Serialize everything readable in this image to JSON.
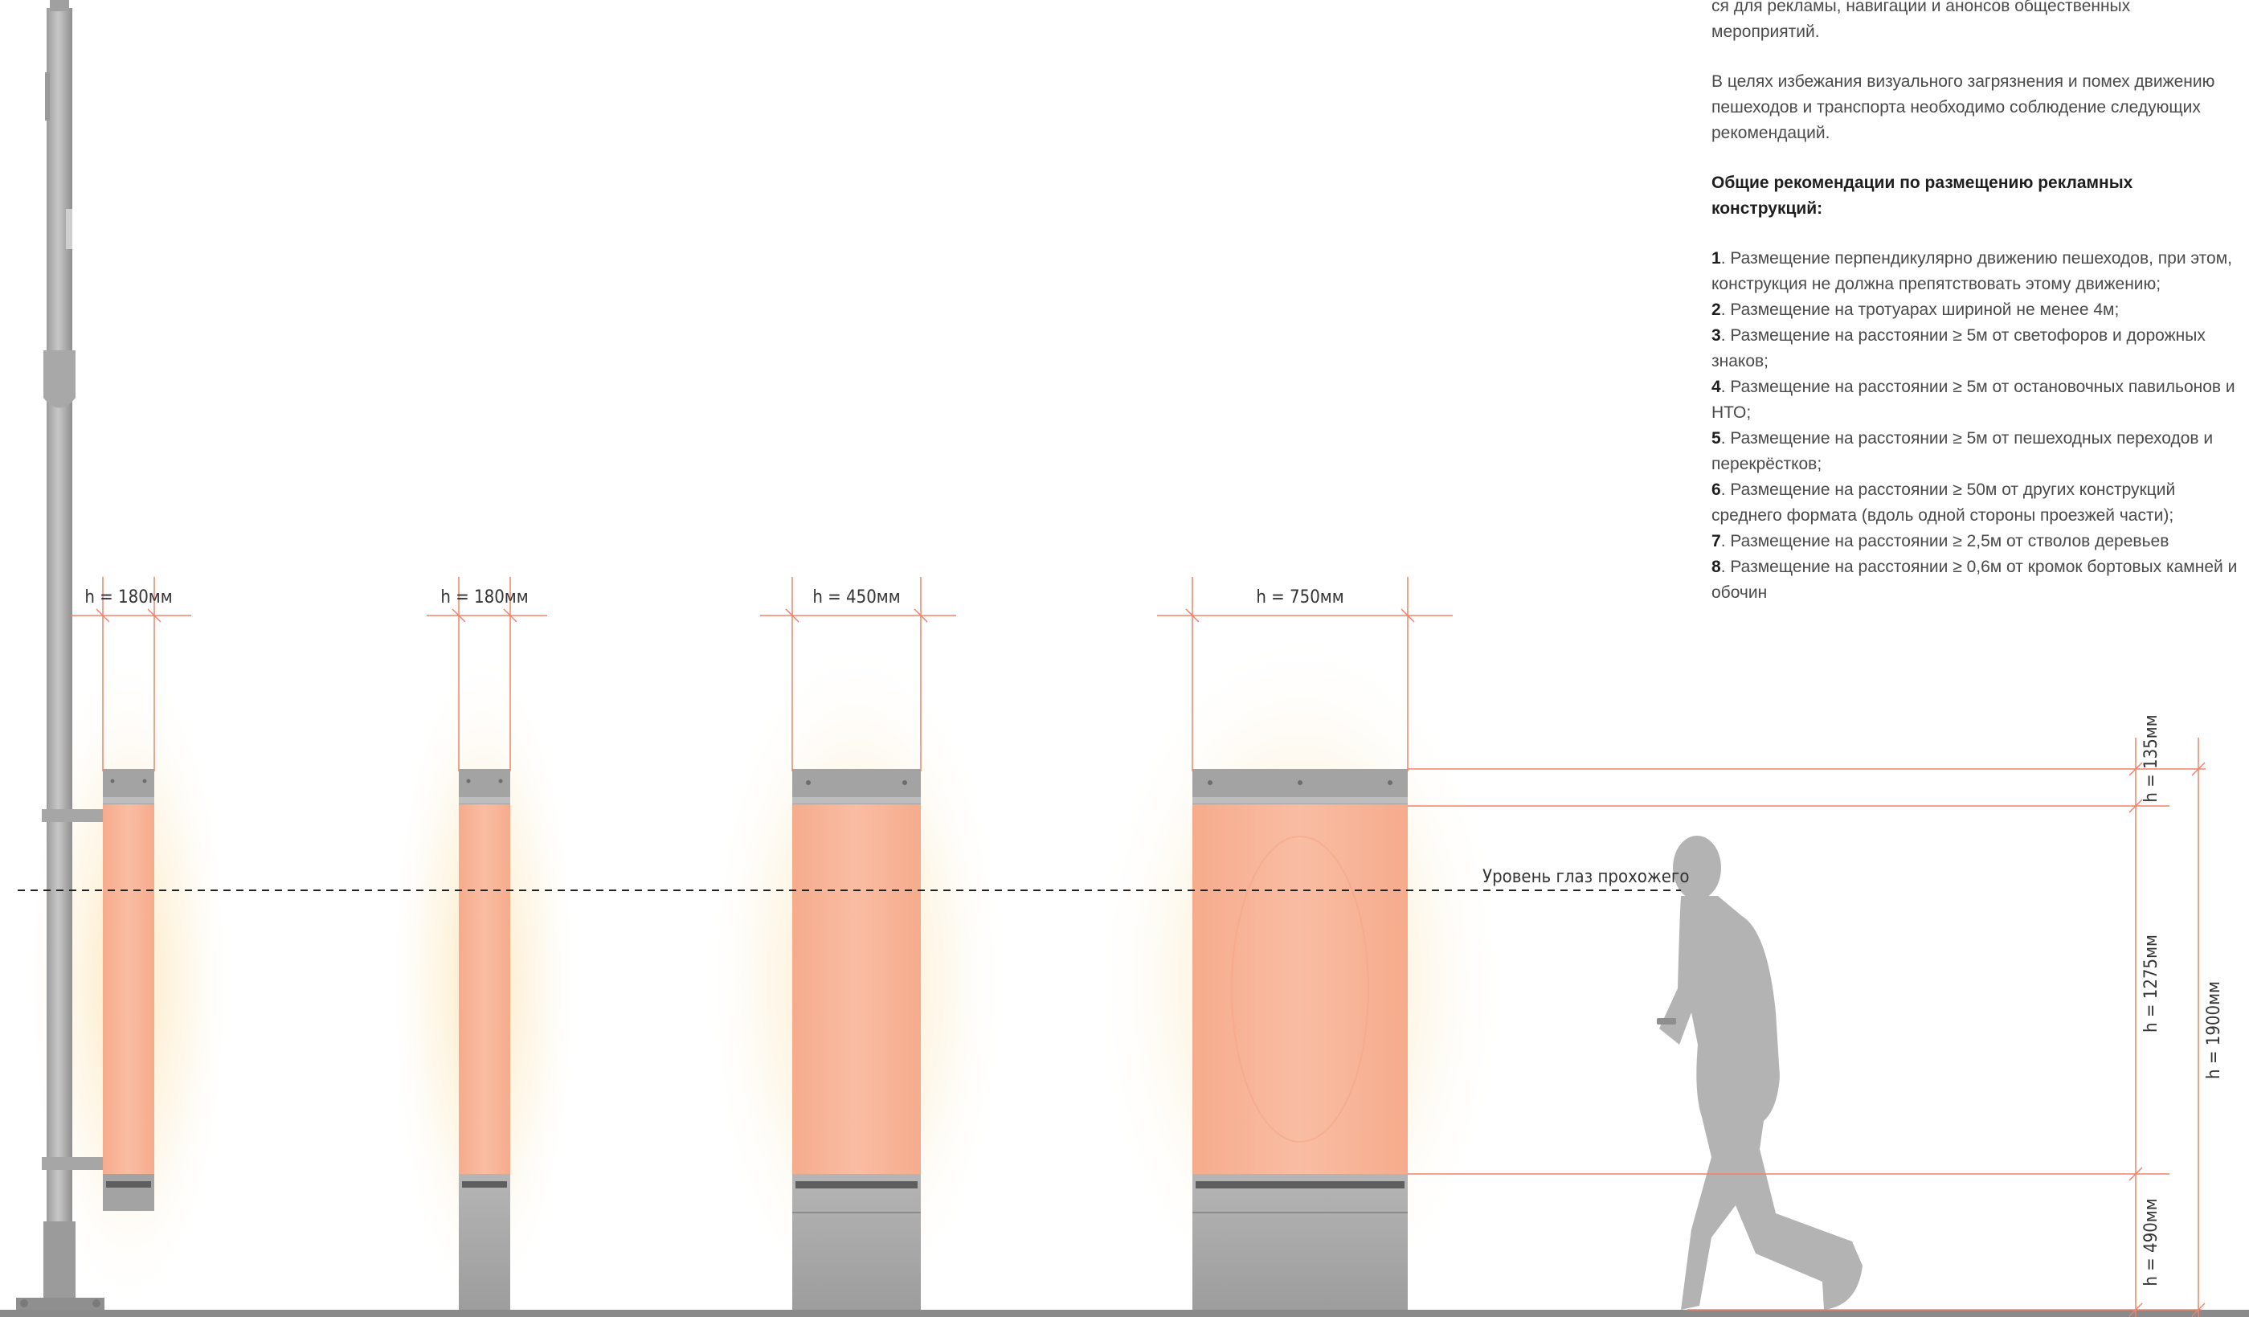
{
  "panel": {
    "intro": "ся для рекламы, навигации и анонсов общественных мероприятий.",
    "paragraph": "В целях избежания визуального загрязнения и помех движению пешеходов и транспорта необходимо соблюдение следующих рекомендаций.",
    "heading": "Общие рекомендации по размещению рекламных конструкций:",
    "items": [
      {
        "num": "1",
        "text": ". Размещение перпендикулярно движению пешеходов, при этом, конструкция не должна препятствовать этому движению;"
      },
      {
        "num": "2",
        "text": ". Размещение на тротуарах шириной не менее 4м;"
      },
      {
        "num": "3",
        "text": ". Размещение на расстоянии ≥ 5м от светофоров и дорожных знаков;"
      },
      {
        "num": "4",
        "text": ". Размещение на расстоянии ≥ 5м от остановочных павильонов и НТО;"
      },
      {
        "num": "5",
        "text": ". Размещение на расстоянии ≥ 5м от пешеходных переходов и перекрёстков;"
      },
      {
        "num": "6",
        "text": ". Размещение на расстоянии ≥ 50м от других конструкций среднего формата (вдоль одной стороны проезжей части);"
      },
      {
        "num": "7",
        "text": ". Размещение на расстоянии ≥ 2,5м от стволов деревьев"
      },
      {
        "num": "8",
        "text": ". Размещение на расстоянии ≥ 0,6м от кромок бортовых камней и обочин"
      }
    ]
  },
  "dimensions": {
    "width_1": "h = 180мм",
    "width_2": "h = 180мм",
    "width_3": "h = 450мм",
    "width_4": "h = 750мм",
    "height_top": "h = 135мм",
    "height_panel": "h = 1275мм",
    "height_base": "h = 490мм",
    "height_total": "h = 1900мм"
  },
  "eye_level_label": "Уровень глаз прохожего",
  "colors": {
    "dimension_line": "#f0836a",
    "panel_fill": "#f8b79c",
    "frame_gray": "#a9a9a9",
    "pole_gray": "#b4b4b4",
    "figure_gray": "#b3b3b3",
    "glow": "#fbeec9"
  }
}
